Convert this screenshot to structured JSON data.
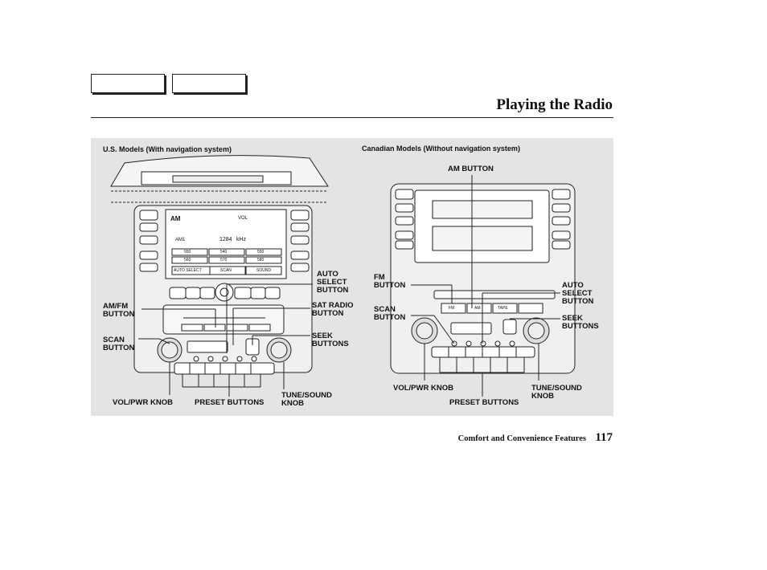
{
  "header": {
    "title": "Playing the Radio"
  },
  "us_panel": {
    "caption": "U.S. Models (With navigation system)",
    "screen": {
      "band": "AM",
      "vol": "VOL",
      "frequency": "1284",
      "unit": "kHz",
      "mode": "AM1",
      "presets": [
        "550",
        "540",
        "550",
        "560",
        "570",
        "580"
      ],
      "soft_keys": [
        "AUTO SELECT",
        "SCAN",
        "SOUND"
      ]
    },
    "callouts": {
      "amfm": "AM/FM\nBUTTON",
      "scan": "SCAN\nBUTTON",
      "auto_select": "AUTO\nSELECT\nBUTTON",
      "sat_radio": "SAT RADIO\nBUTTON",
      "seek": "SEEK\nBUTTONS",
      "vol_pwr": "VOL/PWR KNOB",
      "preset": "PRESET BUTTONS",
      "tune_sound": "TUNE/SOUND\nKNOB"
    }
  },
  "ca_panel": {
    "caption": "Canadian Models (Without navigation system)",
    "callouts": {
      "am": "AM BUTTON",
      "fm": "FM\nBUTTON",
      "scan": "SCAN\nBUTTON",
      "auto_select": "AUTO\nSELECT\nBUTTON",
      "seek": "SEEK\nBUTTONS",
      "vol_pwr": "VOL/PWR KNOB",
      "preset": "PRESET BUTTONS",
      "tune_sound": "TUNE/SOUND\nKNOB"
    },
    "buttons": {
      "fm": "FM",
      "am": "AM",
      "tape": "TAPE"
    }
  },
  "footer": {
    "section": "Comfort and Convenience Features",
    "page_number": "117"
  }
}
